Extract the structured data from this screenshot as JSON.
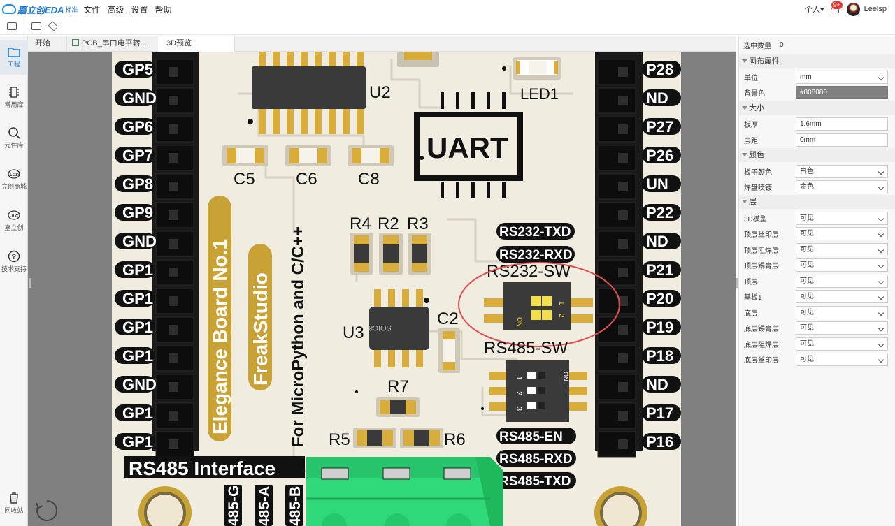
{
  "app": {
    "brand": "嘉立创EDA",
    "edition": "标准"
  },
  "menu": [
    "文件",
    "高级",
    "设置",
    "帮助"
  ],
  "user": {
    "person_menu": "个人▾",
    "notifications": "9+",
    "username": "Leelsp"
  },
  "sidebar": [
    {
      "label": "工程",
      "icon": "folder-icon"
    },
    {
      "label": "常用库",
      "icon": "chip-icon"
    },
    {
      "label": "元件库",
      "icon": "search-icon"
    },
    {
      "label": "立创商城",
      "icon": "lcsc-icon"
    },
    {
      "label": "嘉立创",
      "icon": "jlc-icon"
    },
    {
      "label": "技术支持",
      "icon": "help-icon"
    },
    {
      "label": "回收站",
      "icon": "trash-icon"
    }
  ],
  "tabs": [
    {
      "label": "开始"
    },
    {
      "label": "PCB_串口电平转..."
    },
    {
      "label": "3D预览"
    }
  ],
  "colors": {
    "board": "#f1ece0",
    "silk": "#111111",
    "gold": "#c9a235",
    "pad_gold": "#d8ad3c",
    "canvas_bg": "#808080",
    "highlight": "#e05050",
    "terminal": "#2fd97a",
    "header_black": "#1a1a1a"
  },
  "board": {
    "left_pins": [
      "GP5",
      "GND",
      "GP6",
      "GP7",
      "GP8",
      "GP9",
      "GND",
      "GP1",
      "GP1",
      "GP1",
      "GP1",
      "GND",
      "GP1",
      "GP1"
    ],
    "right_pins": [
      "P28",
      "ND",
      "P27",
      "P26",
      "UN",
      "P22",
      "ND",
      "P21",
      "P20",
      "P19",
      "P18",
      "ND",
      "P17",
      "P16"
    ],
    "refs": {
      "u2": "U2",
      "u3": "U3",
      "led1": "LED1",
      "c5": "C5",
      "c6": "C6",
      "c8": "C8",
      "c2": "C2",
      "r4": "R4",
      "r2": "R2",
      "r3": "R3",
      "r7": "R7",
      "r5": "R5",
      "r6": "R6"
    },
    "uart": "UART",
    "u3_package": "SOIC8",
    "rs232_labels": [
      "RS232-TXD",
      "RS232-RXD"
    ],
    "rs232_sw": "RS232-SW",
    "rs232_sw_marks": {
      "on": "ON",
      "one": "1",
      "two": "2"
    },
    "rs485_sw": "RS485-SW",
    "rs485_sw_marks": {
      "on": "ON",
      "one": "1",
      "two": "2",
      "three": "3"
    },
    "rs485_labels": [
      "RS485-EN",
      "RS485-RXD",
      "RS485-TXD"
    ],
    "rs485_interface": "RS485 Interface",
    "bottom_labels": [
      "485-G",
      "485-A",
      "485-B"
    ],
    "elegance": "Elegance Board No.1",
    "freak": "FreakStudio",
    "micropython": "For MicroPython and C/C++"
  },
  "panel": {
    "selected_label": "选中数量",
    "selected_value": "0",
    "canvas_section": "画布属性",
    "unit_label": "单位",
    "unit_value": "mm",
    "bg_label": "背景色",
    "bg_value": "#808080",
    "size_section": "大小",
    "thickness_label": "板厚",
    "thickness_value": "1.6mm",
    "spacing_label": "层距",
    "spacing_value": "0mm",
    "color_section": "颜色",
    "board_color_label": "板子颜色",
    "board_color_value": "白色",
    "pad_finish_label": "焊盘喷镀",
    "pad_finish_value": "金色",
    "layer_section": "层",
    "layers": [
      {
        "label": "3D模型",
        "value": "可见"
      },
      {
        "label": "顶层丝印层",
        "value": "可见"
      },
      {
        "label": "顶层阻焊层",
        "value": "可见"
      },
      {
        "label": "顶层锡膏层",
        "value": "可见"
      },
      {
        "label": "顶层",
        "value": "可见"
      },
      {
        "label": "基板1",
        "value": "可见"
      },
      {
        "label": "底层",
        "value": "可见"
      },
      {
        "label": "底层锡膏层",
        "value": "可见"
      },
      {
        "label": "底层阻焊层",
        "value": "可见"
      },
      {
        "label": "底层丝印层",
        "value": "可见"
      }
    ]
  }
}
